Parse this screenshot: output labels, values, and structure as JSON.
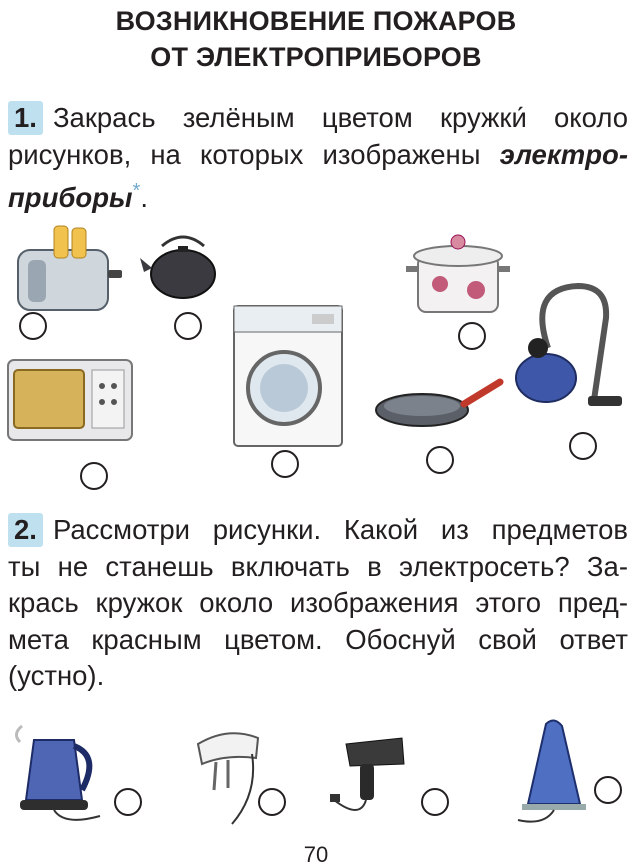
{
  "title": {
    "line1": "ВОЗНИКНОВЕНИЕ ПОЖАРОВ",
    "line2": "ОТ ЭЛЕКТРОПРИБОРОВ"
  },
  "task1": {
    "number": "1.",
    "line1": "Закрась зелёным цветом кружки́ около",
    "line2_plain": "рисунков, на которых изображены ",
    "line2_bold": "электро-",
    "line3_bold": "приборы",
    "asterisk": "*",
    "period": "."
  },
  "task1_items": [
    "toaster-icon",
    "kettle-icon",
    "saucepan-icon",
    "vacuum-cleaner-icon",
    "microwave-icon",
    "washing-machine-icon",
    "frying-pan-icon"
  ],
  "task2": {
    "number": "2.",
    "line1": "Рассмотри рисунки. Какой из предметов",
    "line2": "ты не станешь включать в электросеть? За-",
    "line3": "крась кружок около изображения этого пред-",
    "line4": "мета красным цветом. Обоснуй свой ответ",
    "line5": "(устно)."
  },
  "task2_items": [
    "electric-kettle-icon",
    "mixer-icon",
    "hair-dryer-icon",
    "iron-icon"
  ],
  "page_number": "70"
}
